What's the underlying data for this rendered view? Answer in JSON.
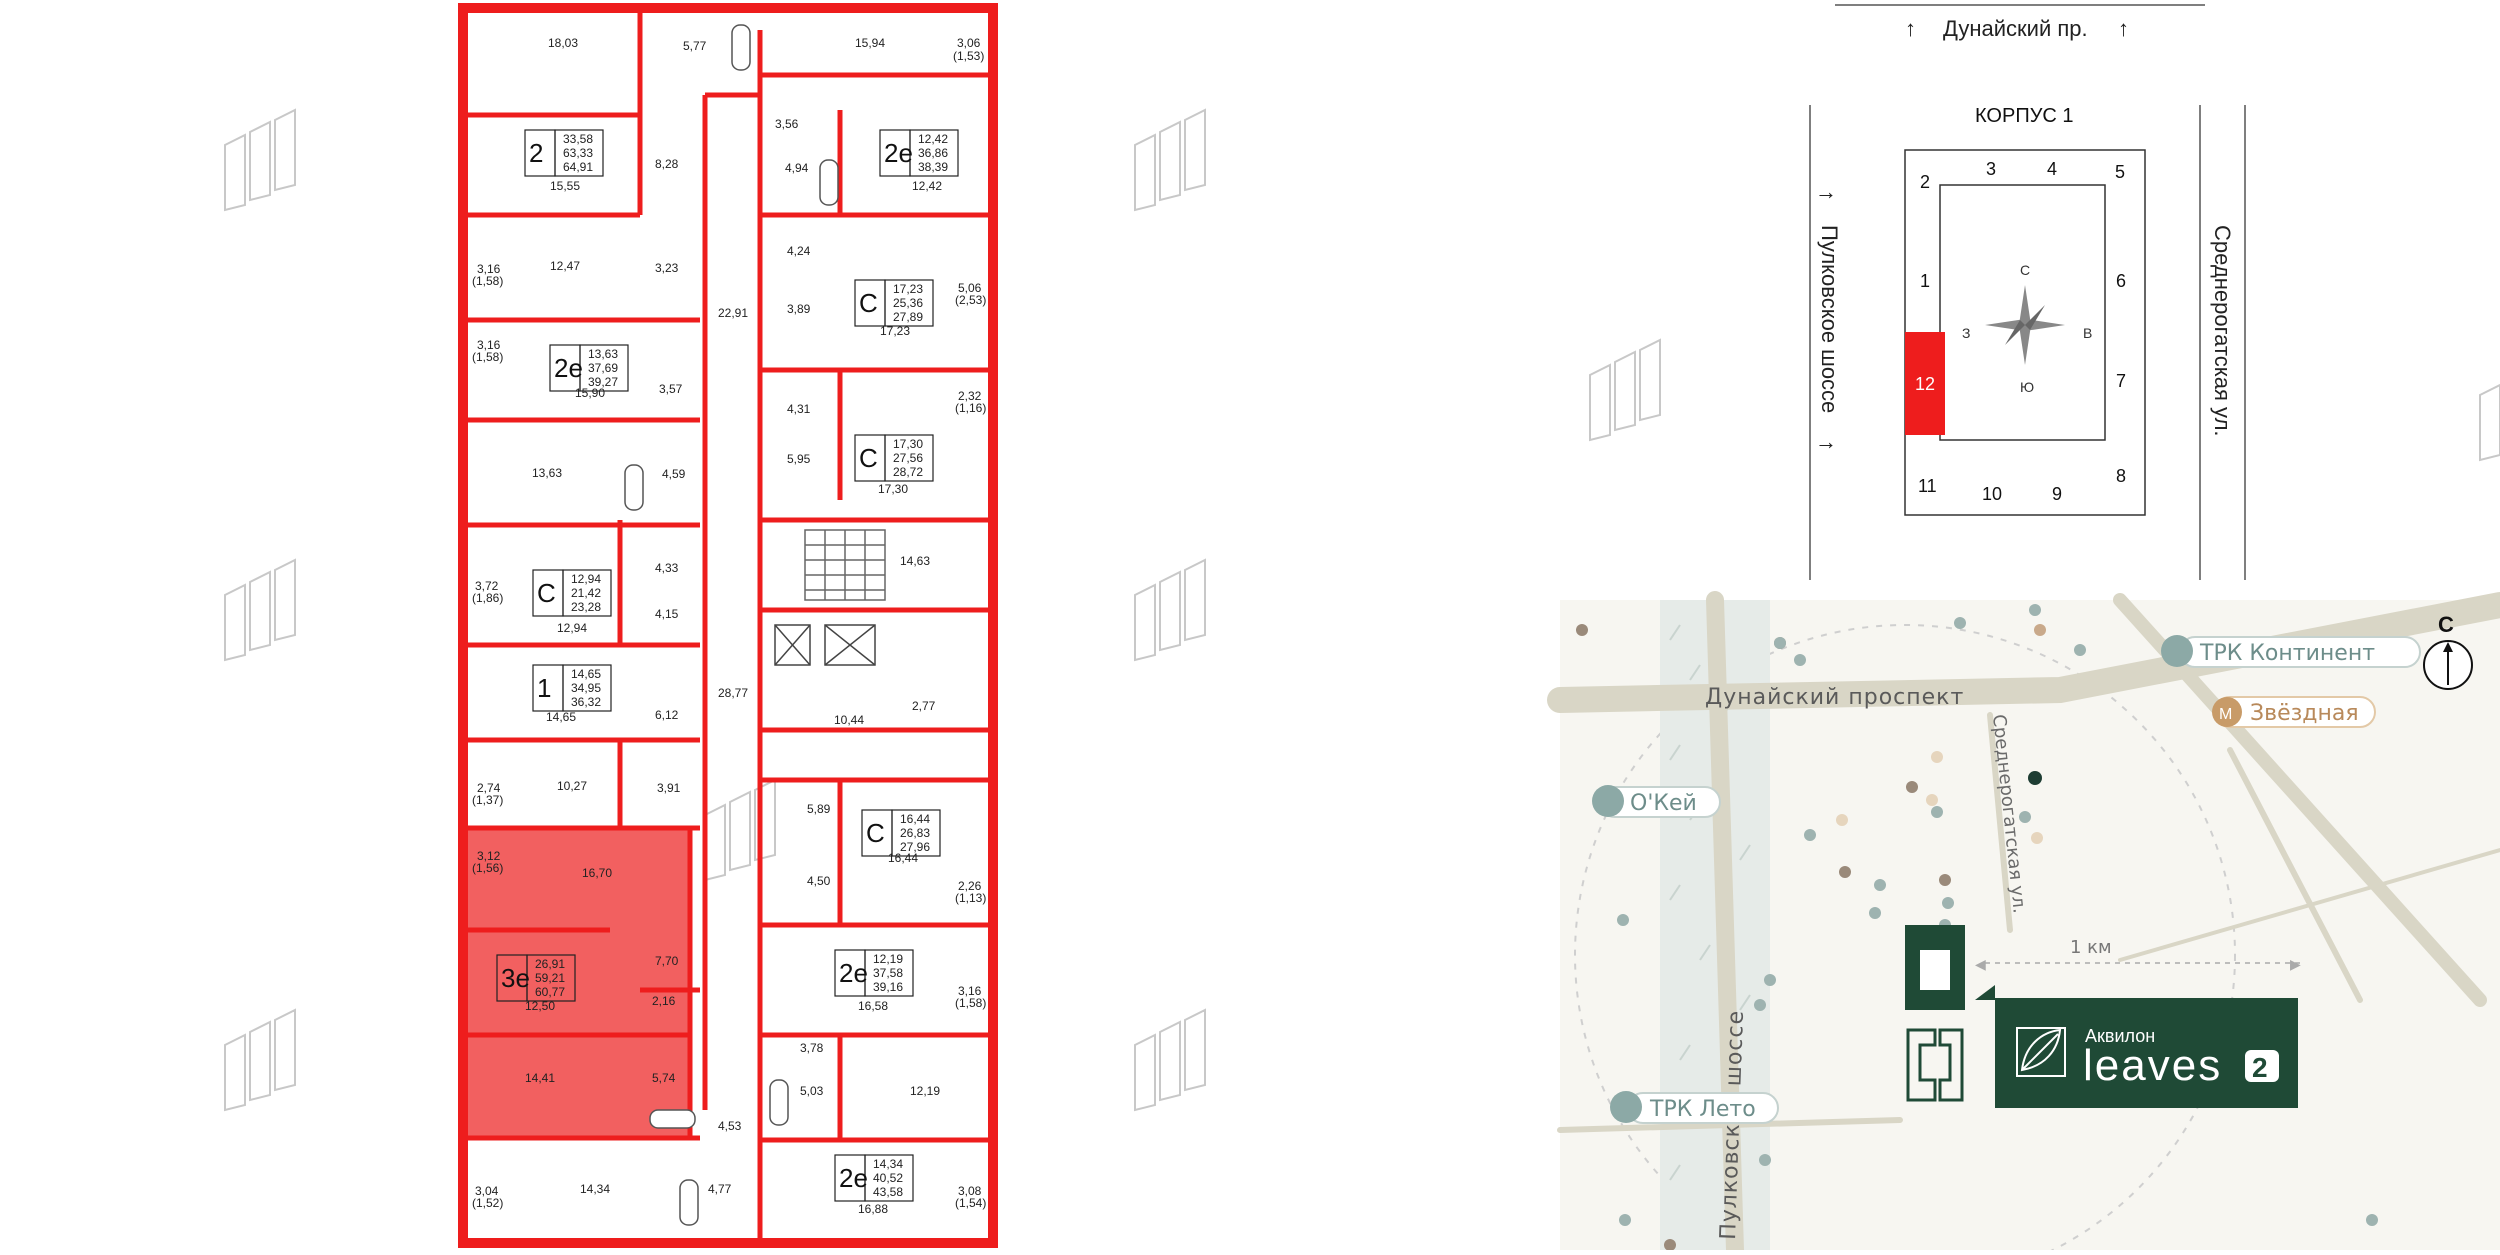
{
  "plan": {
    "rooms": {
      "r18_03": "18,03",
      "r5_77": "5,77",
      "r15_94": "15,94",
      "r3_06": "3,06",
      "r1_53": "(1,53)",
      "r3_56": "3,56",
      "r8_28": "8,28",
      "r15_55": "15,55",
      "r4_94": "4,94",
      "r12_42": "12,42",
      "r3_16a": "3,16",
      "r1_58a": "(1,58)",
      "r12_47": "12,47",
      "r3_23": "3,23",
      "r22_91": "22,91",
      "r4_24": "4,24",
      "r3_89": "3,89",
      "r17_23": "17,23",
      "r5_06": "5,06",
      "r2_53": "(2,53)",
      "r3_16b": "3,16",
      "r1_58b": "(1,58)",
      "r15_90": "15,90",
      "r3_57": "3,57",
      "r4_31": "4,31",
      "r2_32": "2,32",
      "r1_16": "(1,16)",
      "r13_63": "13,63",
      "r4_59": "4,59",
      "r5_95": "5,95",
      "r17_30": "17,30",
      "r14_63": "14,63",
      "r3_72": "3,72",
      "r1_86": "(1,86)",
      "r4_33": "4,33",
      "r4_15": "4,15",
      "r12_94": "12,94",
      "r14_65": "14,65",
      "r6_12": "6,12",
      "r28_77": "28,77",
      "r10_44": "10,44",
      "r2_77": "2,77",
      "r2_74": "2,74",
      "r1_37": "(1,37)",
      "r10_27": "10,27",
      "r3_91": "3,91",
      "r5_89": "5,89",
      "r16_44": "16,44",
      "r3_12": "3,12",
      "r1_56": "(1,56)",
      "r16_70": "16,70",
      "r4_50": "4,50",
      "r2_26": "2,26",
      "r1_13": "(1,13)",
      "r7_70": "7,70",
      "r12_50": "12,50",
      "r2_16": "2,16",
      "r16_58": "16,58",
      "r3_16c": "3,16",
      "r1_58c": "(1,58)",
      "r3_78": "3,78",
      "r14_41": "14,41",
      "r5_74": "5,74",
      "r5_03": "5,03",
      "r12_19": "12,19",
      "r4_53": "4,53",
      "r14_34": "14,34",
      "r4_77": "4,77",
      "r3_04": "3,04",
      "r1_52": "(1,52)",
      "r16_88": "16,88",
      "r3_08": "3,08",
      "r1_54": "(1,54)"
    },
    "apartments": [
      {
        "type": "2",
        "a": "33,58",
        "b": "63,33",
        "c": "64,91"
      },
      {
        "type": "2е",
        "a": "12,42",
        "b": "36,86",
        "c": "38,39"
      },
      {
        "type": "С",
        "a": "17,23",
        "b": "25,36",
        "c": "27,89"
      },
      {
        "type": "2е",
        "a": "13,63",
        "b": "37,69",
        "c": "39,27"
      },
      {
        "type": "С",
        "a": "17,30",
        "b": "27,56",
        "c": "28,72"
      },
      {
        "type": "С",
        "a": "12,94",
        "b": "21,42",
        "c": "23,28"
      },
      {
        "type": "1",
        "a": "14,65",
        "b": "34,95",
        "c": "36,32"
      },
      {
        "type": "С",
        "a": "16,44",
        "b": "26,83",
        "c": "27,96"
      },
      {
        "type": "3е",
        "a": "26,91",
        "b": "59,21",
        "c": "60,77"
      },
      {
        "type": "2е",
        "a": "12,19",
        "b": "37,58",
        "c": "39,16"
      },
      {
        "type": "2е",
        "a": "14,34",
        "b": "40,52",
        "c": "43,58"
      }
    ]
  },
  "site": {
    "top_street": "Дунайский пр.",
    "left_street": "Пулковское шоссе",
    "right_street": "Среднерогатская ул.",
    "building": "КОРПУС 1",
    "sections": {
      "s1": "1",
      "s2": "2",
      "s3": "3",
      "s4": "4",
      "s5": "5",
      "s6": "6",
      "s7": "7",
      "s8": "8",
      "s9": "9",
      "s10": "10",
      "s11": "11",
      "s12": "12"
    },
    "selected_section": "12",
    "compass": {
      "n": "С",
      "s": "Ю",
      "w": "З",
      "e": "В"
    },
    "accent": "#ee1d1d"
  },
  "map": {
    "prospect": "Дунайский проспект",
    "highway": "Пулковское шоссе",
    "street": "Среднерогатская ул.",
    "scale": "1 км",
    "north": "С",
    "metro_badge": "М",
    "metro": "Звёздная",
    "poi": {
      "continent": "ТРК Континент",
      "okey": "О'Кей",
      "leto": "ТРК Лето"
    },
    "brand_top": "Аквилон",
    "brand_bottom": "leaves",
    "brand_num": "2",
    "brand_color": "#1f4a36"
  }
}
